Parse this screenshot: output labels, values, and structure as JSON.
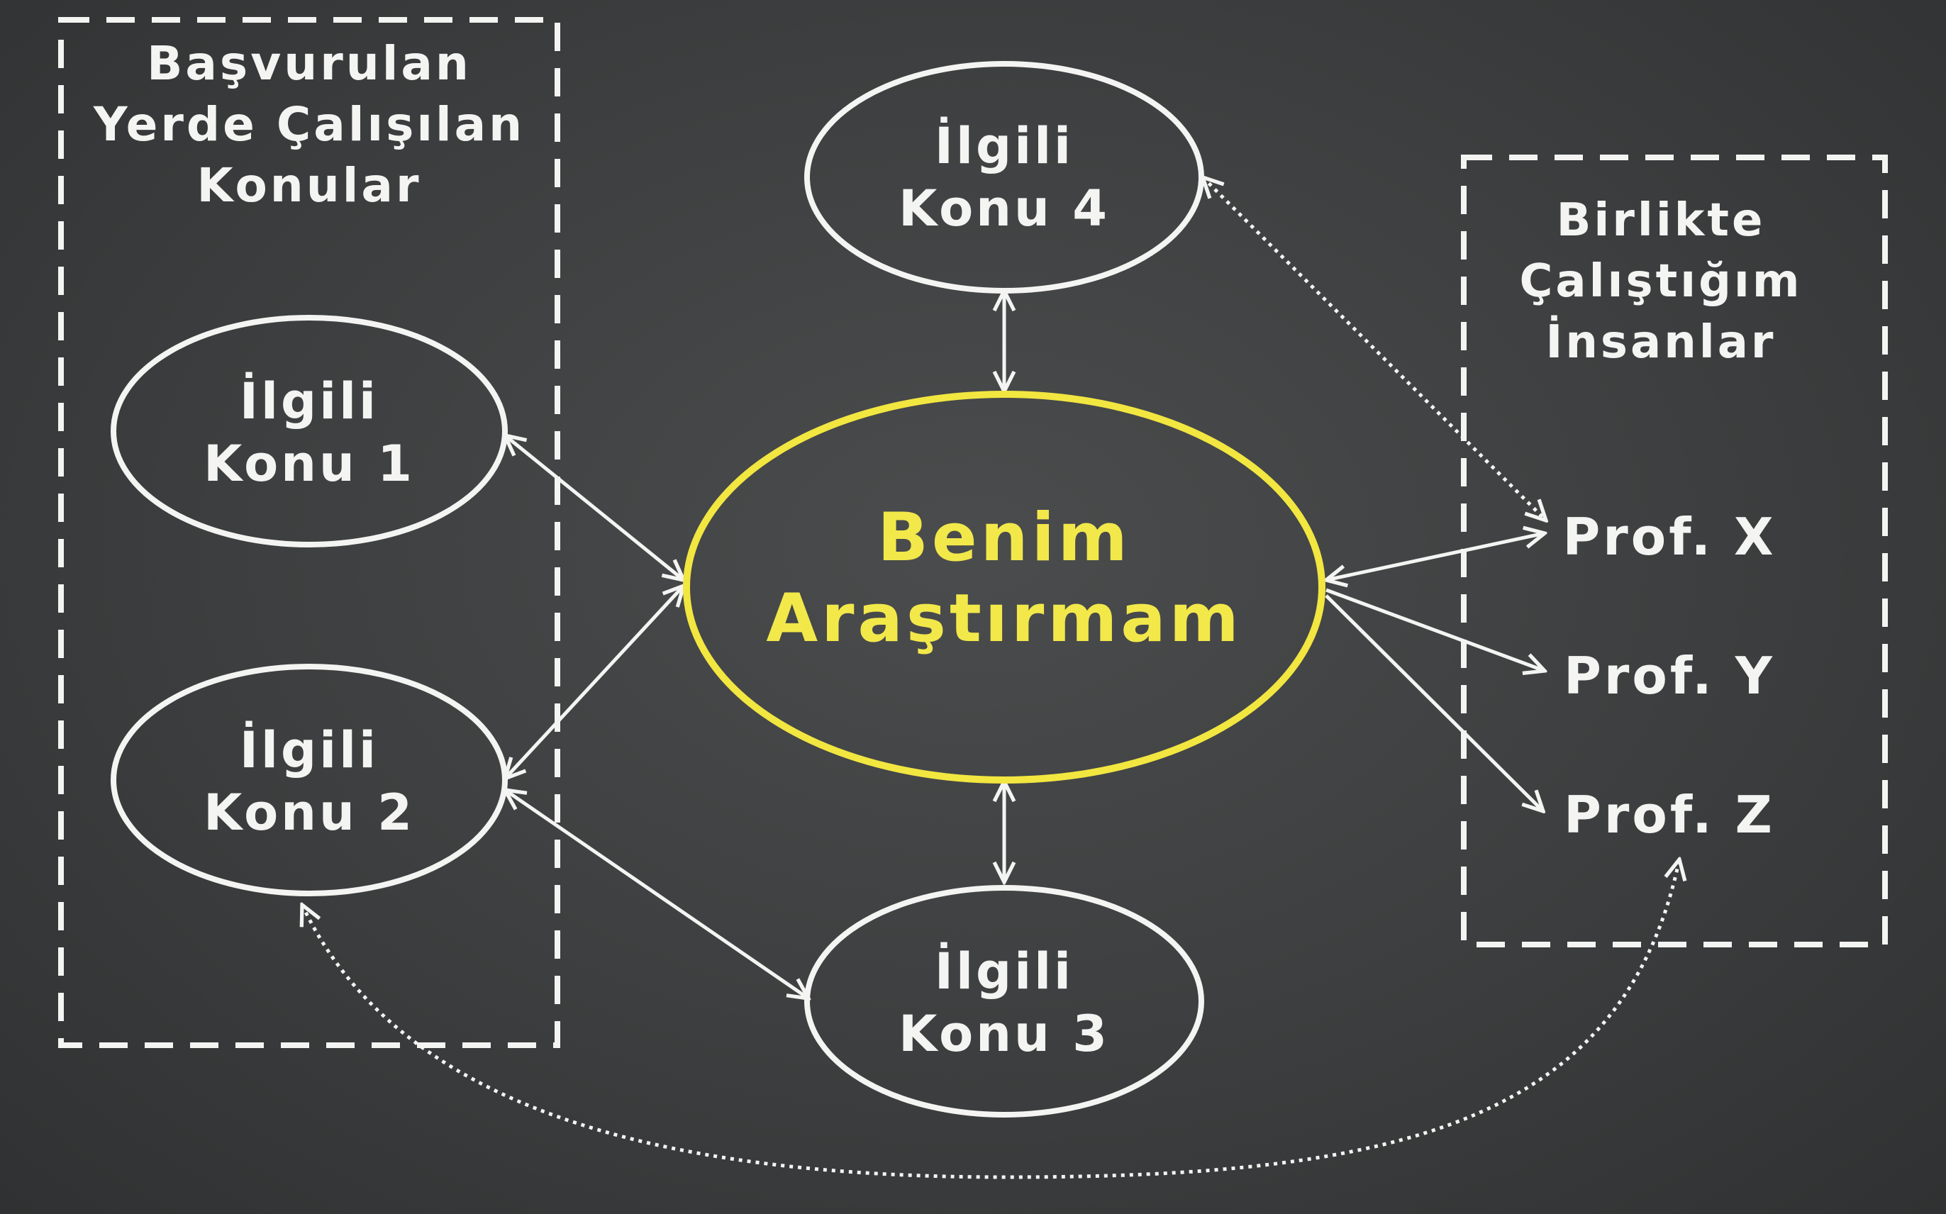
{
  "groups": {
    "left": {
      "title_lines": [
        "Başvurulan",
        "Yerde Çalışılan",
        "Konular"
      ]
    },
    "right": {
      "title_lines": [
        "Birlikte",
        "Çalıştığım",
        "İnsanlar"
      ]
    }
  },
  "center": {
    "lines": [
      "Benim",
      "Araştırmam"
    ]
  },
  "topics": {
    "t1": {
      "lines": [
        "İlgili",
        "Konu 1"
      ]
    },
    "t2": {
      "lines": [
        "İlgili",
        "Konu 2"
      ]
    },
    "t3": {
      "lines": [
        "İlgili",
        "Konu 3"
      ]
    },
    "t4": {
      "lines": [
        "İlgili",
        "Konu 4"
      ]
    }
  },
  "people": {
    "x": "Prof. X",
    "y": "Prof. Y",
    "z": "Prof. Z"
  },
  "colors": {
    "chalk": "#f4f4f2",
    "highlight": "#f2e640",
    "board": "#3a3c3d"
  }
}
